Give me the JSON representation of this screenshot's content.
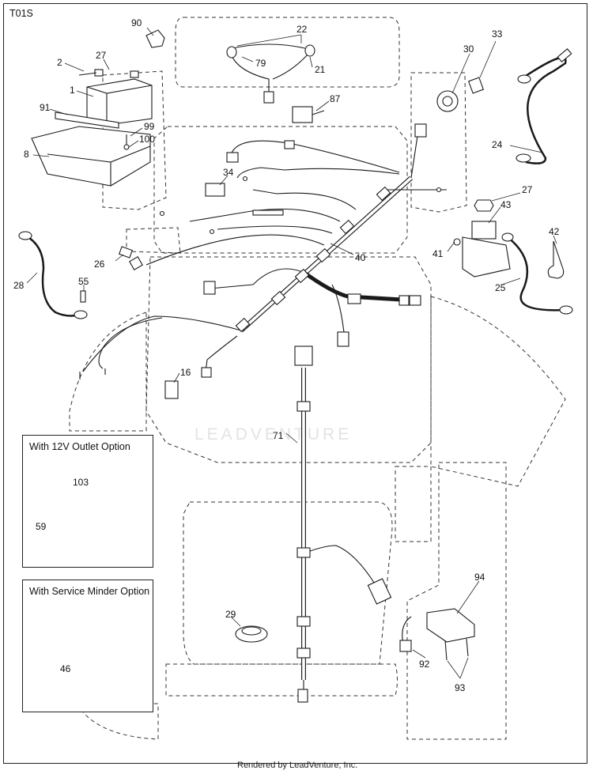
{
  "diagram": {
    "code": "T01S",
    "watermark": "LEADVENTURE",
    "footer": "Rendered by LeadVenture, Inc.",
    "insets": [
      {
        "title": "With 12V Outlet Option",
        "parts": [
          "103",
          "59"
        ]
      },
      {
        "title": "With Service Minder Option",
        "parts": [
          "46"
        ]
      }
    ],
    "callouts": [
      "90",
      "22",
      "2",
      "27",
      "79",
      "21",
      "30",
      "33",
      "1",
      "87",
      "91",
      "99",
      "100",
      "8",
      "24",
      "34",
      "27",
      "43",
      "42",
      "41",
      "26",
      "40",
      "25",
      "28",
      "55",
      "16",
      "71",
      "29",
      "94",
      "92",
      "93"
    ]
  }
}
